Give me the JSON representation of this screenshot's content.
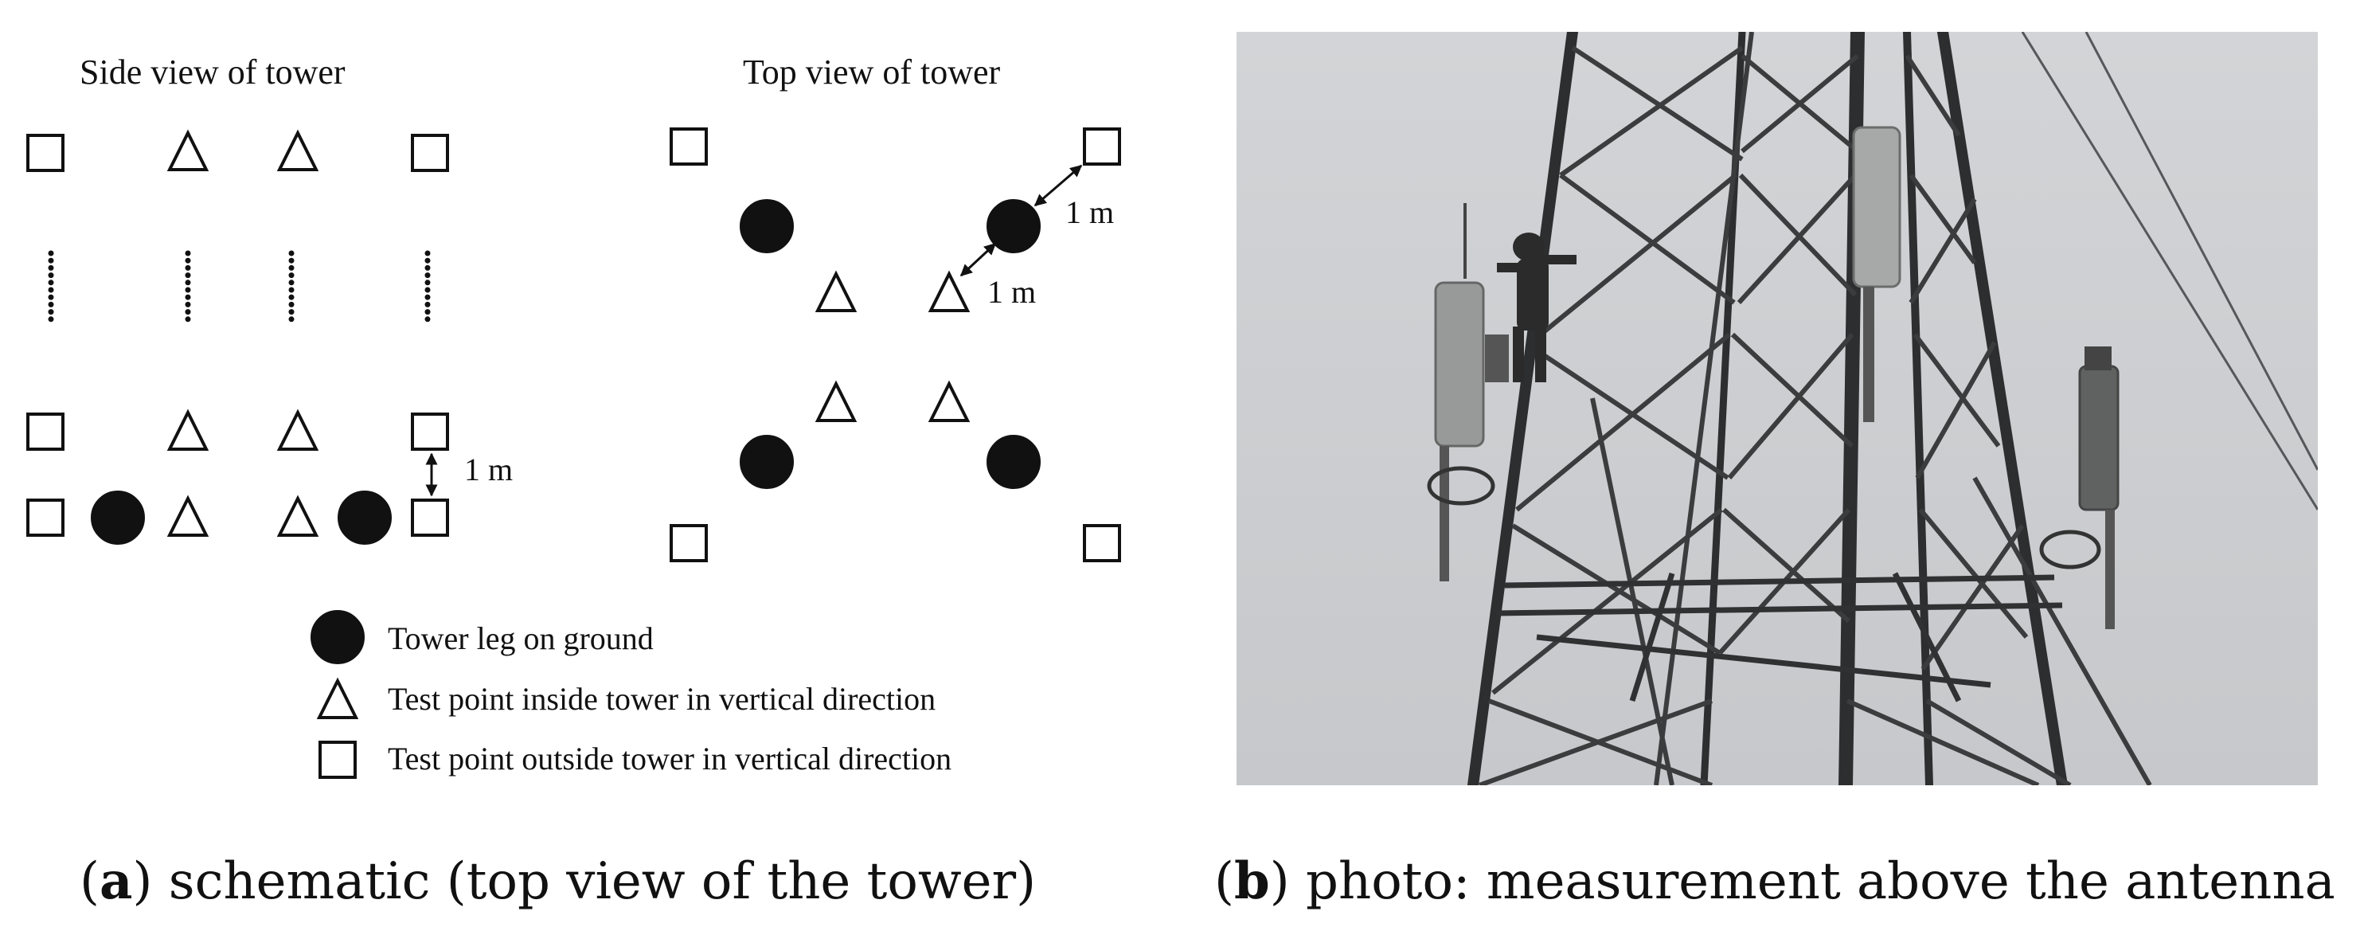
{
  "panel_a": {
    "side_view_title": "Side view of tower",
    "top_view_title": "Top view of tower",
    "distance_label": "1 m",
    "legend": {
      "tower_leg": "Tower leg on ground",
      "inside_point": "Test point inside tower in vertical direction",
      "outside_point": "Test point outside tower in vertical direction"
    },
    "caption_letter": "a",
    "caption_text": ") schematic (top view of the tower)"
  },
  "panel_b": {
    "caption_letter": "b",
    "caption_text": ") photo: measurement above the antenna"
  },
  "colors": {
    "marker_fill": "#111111",
    "sky": "#cbcdd0",
    "steel": "#2e3032",
    "antenna": "#9c9f9d"
  }
}
